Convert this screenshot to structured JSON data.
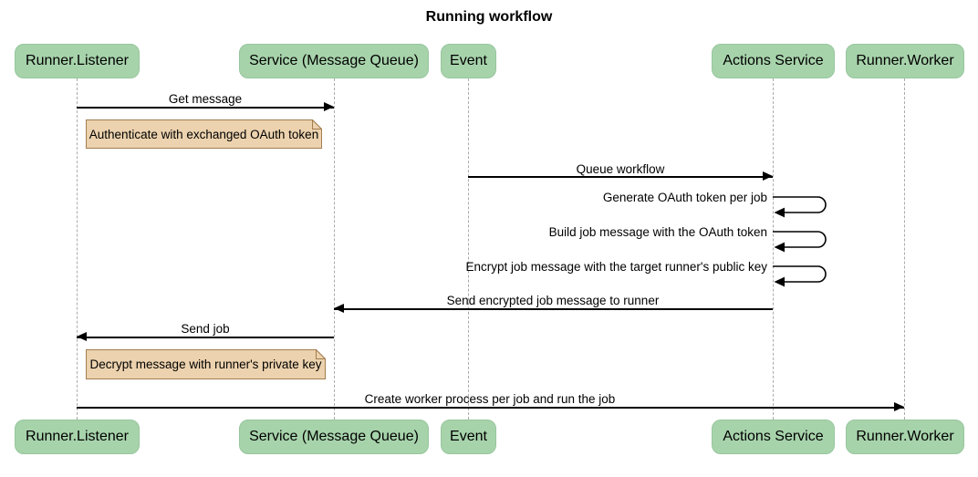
{
  "title": "Running workflow",
  "participants": [
    {
      "name": "Runner.Listener"
    },
    {
      "name": "Service (Message Queue)"
    },
    {
      "name": "Event"
    },
    {
      "name": "Actions Service"
    },
    {
      "name": "Runner.Worker"
    }
  ],
  "messages": [
    {
      "label": "Get message",
      "from": "Runner.Listener",
      "to": "Service (Message Queue)",
      "kind": "solid-right"
    },
    {
      "label": "Queue workflow",
      "from": "Event",
      "to": "Actions Service",
      "kind": "solid-right"
    },
    {
      "label": "Generate OAuth token per job",
      "from": "Actions Service",
      "to": "Actions Service",
      "kind": "self-loop"
    },
    {
      "label": "Build job message with the OAuth token",
      "from": "Actions Service",
      "to": "Actions Service",
      "kind": "self-loop"
    },
    {
      "label": "Encrypt job message with the target runner's public key",
      "from": "Actions Service",
      "to": "Actions Service",
      "kind": "self-loop"
    },
    {
      "label": "Send encrypted job message to runner",
      "from": "Actions Service",
      "to": "Service (Message Queue)",
      "kind": "solid-left"
    },
    {
      "label": "Send job",
      "from": "Service (Message Queue)",
      "to": "Runner.Listener",
      "kind": "solid-left"
    },
    {
      "label": "Create worker process per job and run the job",
      "from": "Runner.Listener",
      "to": "Runner.Worker",
      "kind": "solid-right"
    }
  ],
  "notes": [
    {
      "label": "Authenticate with exchanged OAuth token",
      "position": "right of Runner.Listener"
    },
    {
      "label": "Decrypt message with runner's private key",
      "position": "right of Runner.Listener"
    }
  ],
  "colors": {
    "participant_fill": "#A7D3AB",
    "participant_border": "#97C69D",
    "note_fill": "#ECD2AE",
    "note_border": "#A27E4F",
    "lifeline": "#ABABAB",
    "arrow": "#000000",
    "text": "#000000",
    "background": "#FFFFFF"
  }
}
